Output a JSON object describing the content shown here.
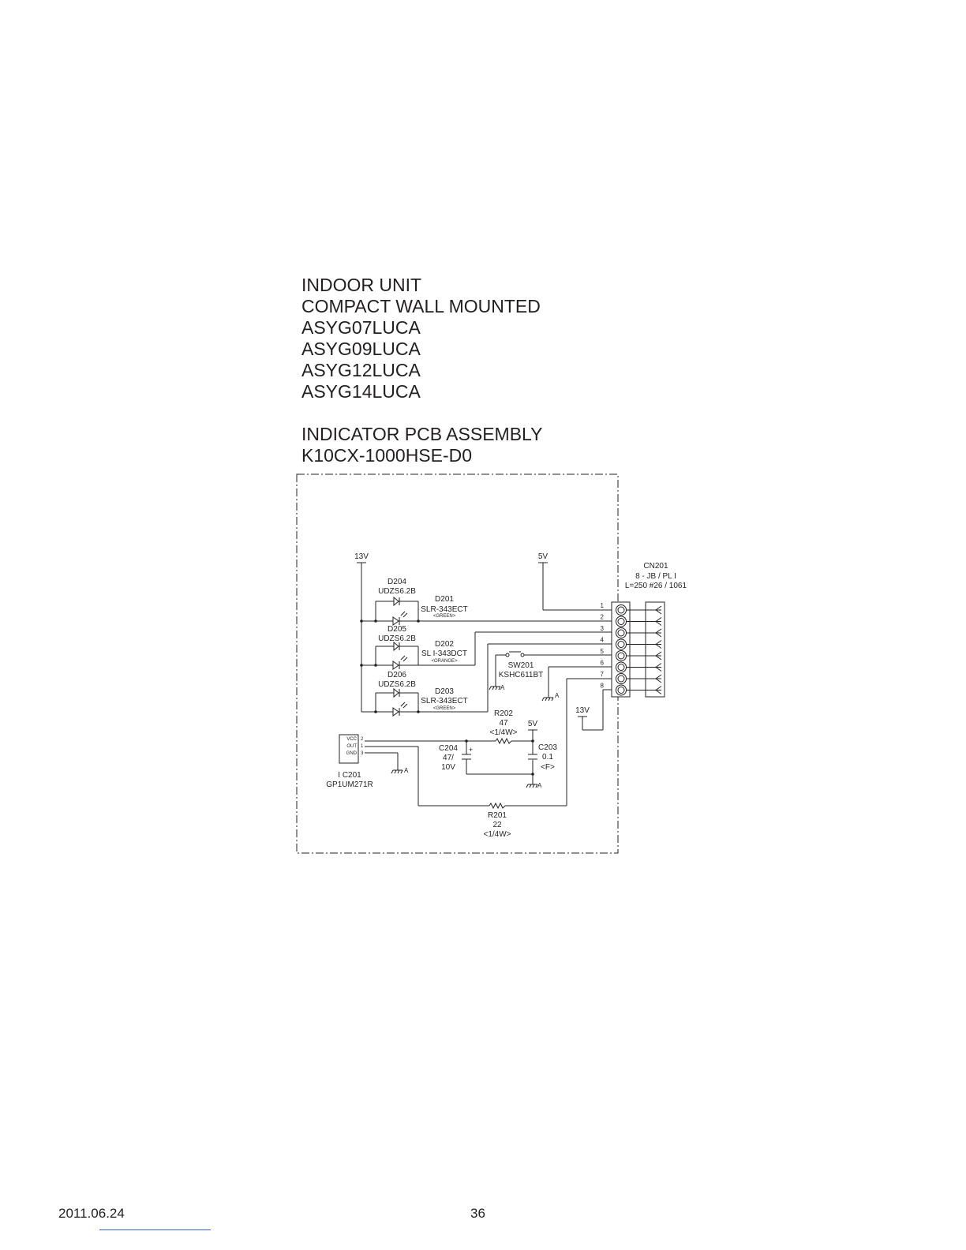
{
  "heading": {
    "lines": [
      "INDOOR UNIT",
      "COMPACT WALL MOUNTED",
      "ASYG07LUCA",
      "ASYG09LUCA",
      "ASYG12LUCA",
      "ASYG14LUCA"
    ],
    "assembly_title": "INDICATOR PCB ASSEMBLY",
    "assembly_code": "K10CX-1000HSE-D0"
  },
  "schematic": {
    "supplies": {
      "v13": "13V",
      "v5": "5V"
    },
    "connector": {
      "ref": "CN201",
      "spec": "8 - JB / PL I",
      "cable": "L=250  #26 / 1061",
      "pins": [
        "1",
        "2",
        "3",
        "4",
        "5",
        "6",
        "7",
        "8"
      ]
    },
    "zeners": [
      {
        "ref": "D204",
        "part": "UDZS6.2B"
      },
      {
        "ref": "D205",
        "part": "UDZS6.2B"
      },
      {
        "ref": "D206",
        "part": "UDZS6.2B"
      }
    ],
    "leds": [
      {
        "ref": "D201",
        "part": "SLR-343ECT",
        "color": "<GREEN>"
      },
      {
        "ref": "D202",
        "part": "SL I-343DCT",
        "color": "<ORANGE>"
      },
      {
        "ref": "D203",
        "part": "SLR-343ECT",
        "color": "<GREEN>"
      }
    ],
    "switch": {
      "ref": "SW201",
      "part": "KSHC611BT"
    },
    "ground_label": "A",
    "r202": {
      "ref": "R202",
      "value": "47",
      "power": "<1/4W>"
    },
    "r201": {
      "ref": "R201",
      "value": "22",
      "power": "<1/4W>"
    },
    "c204": {
      "ref": "C204",
      "value": "47/",
      "voltage": "10V",
      "polarity": "+"
    },
    "c203": {
      "ref": "C203",
      "value": "0.1",
      "type": "<F>"
    },
    "ic": {
      "ref": "I C201",
      "part": "GP1UM271R",
      "pins": [
        "VCC",
        "OUT",
        "GND"
      ],
      "pin_numbers": [
        "2",
        "1",
        "3"
      ]
    }
  },
  "footer": {
    "date": "2011.06.24",
    "page": "36"
  }
}
